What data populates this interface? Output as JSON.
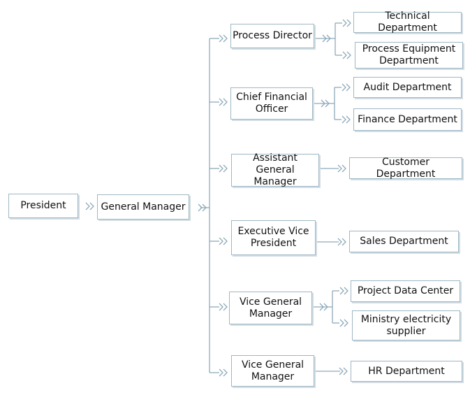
{
  "nodes": {
    "president": "President",
    "general_manager": "General Manager",
    "process_director": "Process Director",
    "technical_department": "Technical Department",
    "process_equipment_department": "Process Equipment Department",
    "chief_financial_officer": "Chief Financial Officer",
    "audit_department": "Audit Department",
    "finance_department": "Finance Department",
    "assistant_general_manager": "Assistant General Manager",
    "customer_department": "Customer Department",
    "executive_vice_president": "Executive Vice President",
    "sales_department": "Sales Department",
    "vice_general_manager_1": "Vice General Manager",
    "project_data_center": "Project Data Center",
    "ministry_electricity_supplier": "Ministry electricity supplier",
    "vice_general_manager_2": "Vice General Manager",
    "hr_department": "HR Department"
  },
  "colors": {
    "border": "#9fb7c4",
    "connector": "#8eaaba",
    "shadow": "#d2dde3"
  }
}
